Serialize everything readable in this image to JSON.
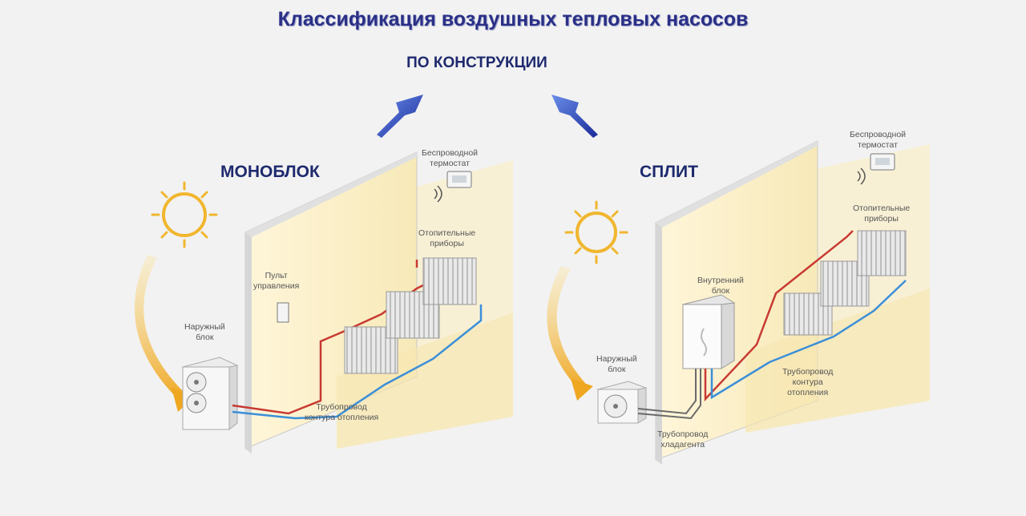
{
  "title": "Классификация воздушных тепловых насосов",
  "subtitle": "ПО КОНСТРУКЦИИ",
  "panels": {
    "mono": {
      "title": "МОНОБЛОК",
      "labels": {
        "thermostat_1": "Беспроводной",
        "thermostat_2": "термостат",
        "radiators_1": "Отопительные",
        "radiators_2": "приборы",
        "control_1": "Пульт",
        "control_2": "управления",
        "outdoor_1": "Наружный",
        "outdoor_2": "блок",
        "pipe_1": "Трубопровод",
        "pipe_2": "контура отопления"
      }
    },
    "split": {
      "title": "СПЛИТ",
      "labels": {
        "thermostat_1": "Беспроводной",
        "thermostat_2": "термостат",
        "radiators_1": "Отопительные",
        "radiators_2": "приборы",
        "indoor_1": "Внутренний",
        "indoor_2": "блок",
        "outdoor_1": "Наружный",
        "outdoor_2": "блок",
        "pipe_1": "Трубопровод",
        "pipe_2": "контура",
        "pipe_3": "отопления",
        "refrig_1": "Трубопровод",
        "refrig_2": "хладагента"
      }
    }
  },
  "colors": {
    "title": "#2a2f86",
    "hot_pipe": "#c83a32",
    "cold_pipe": "#3b8fd8",
    "arrow": "#2a3ea8",
    "sun": "#f0b62e"
  }
}
